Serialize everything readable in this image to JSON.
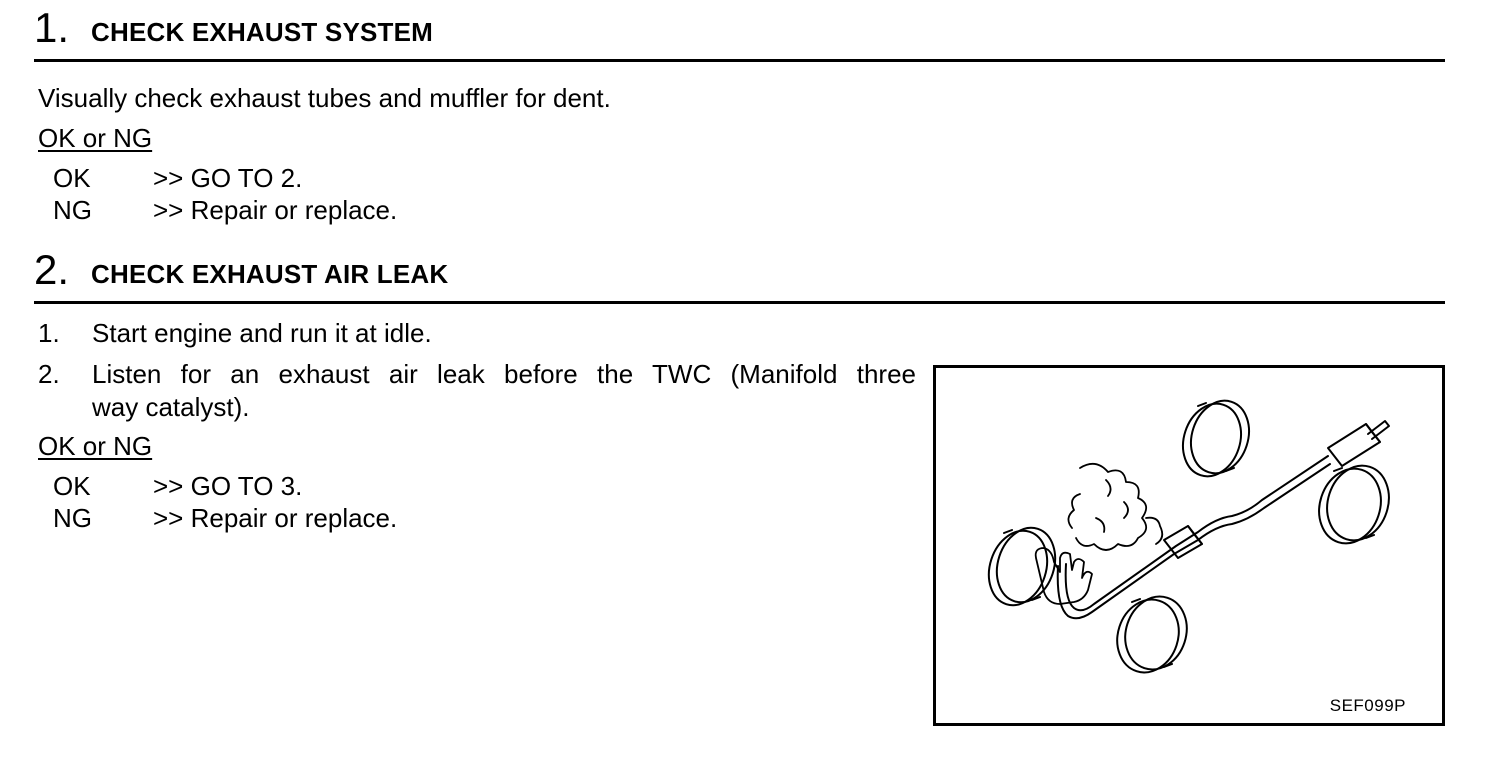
{
  "steps": [
    {
      "number": "1.",
      "title": "CHECK EXHAUST SYSTEM",
      "instruction": "Visually check exhaust tubes and muffler for dent.",
      "result_label": "OK or NG",
      "results": [
        {
          "key": "OK",
          "value": ">> GO TO 2."
        },
        {
          "key": "NG",
          "value": ">> Repair or replace."
        }
      ]
    },
    {
      "number": "2.",
      "title": "CHECK EXHAUST AIR LEAK",
      "list": [
        {
          "num": "1.",
          "lines": [
            "Start engine and run it at idle."
          ]
        },
        {
          "num": "2.",
          "lines": [
            "Listen for an exhaust air leak before the TWC (Manifold three",
            "way catalyst)."
          ]
        }
      ],
      "result_label": "OK or NG",
      "results": [
        {
          "key": "OK",
          "value": ">> GO TO 3."
        },
        {
          "key": "NG",
          "value": ">> Repair or replace."
        }
      ],
      "figure": {
        "code": "SEF099P",
        "icons": [
          "wheel-icon",
          "exhaust-pipe-icon",
          "muffler-icon",
          "smoke-cloud-icon",
          "hand-icon"
        ]
      }
    }
  ]
}
